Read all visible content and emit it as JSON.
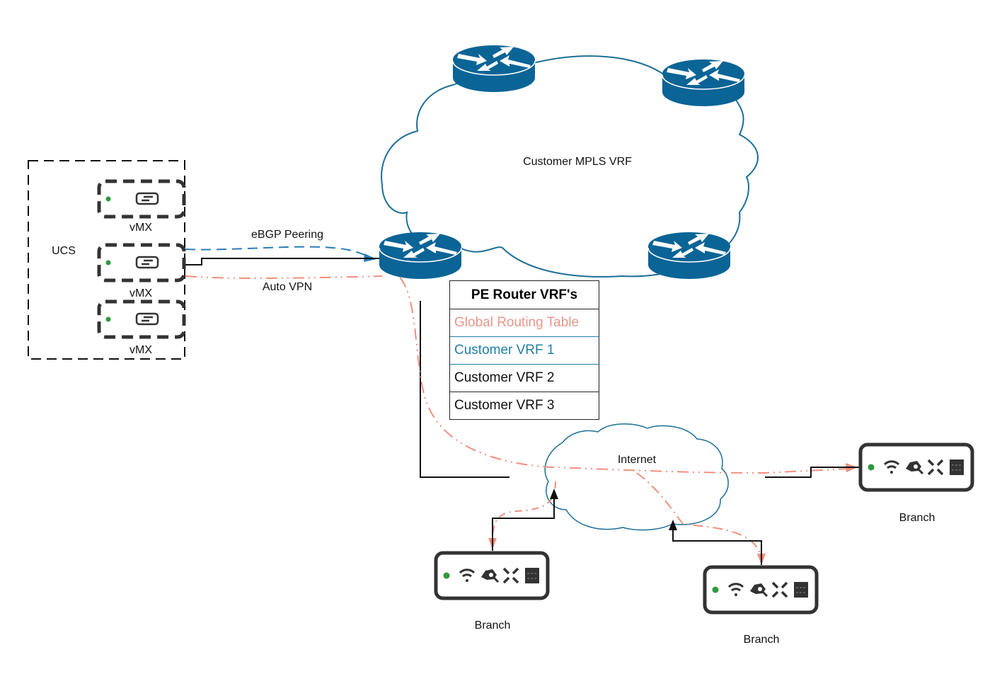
{
  "diagram": {
    "clouds": {
      "mpls": {
        "label": "Customer MPLS VRF"
      },
      "internet": {
        "label": "Internet"
      }
    },
    "ucs": {
      "label": "UCS",
      "vmx_nodes": [
        {
          "label": "vMX"
        },
        {
          "label": "vMX"
        },
        {
          "label": "vMX"
        }
      ]
    },
    "links": {
      "ebgp": {
        "label": "eBGP Peering"
      },
      "autovpn": {
        "label": "Auto VPN"
      }
    },
    "vrf_table": {
      "title": "PE Router VRF's",
      "rows": [
        {
          "label": "Global Routing Table",
          "color": "#e8968a"
        },
        {
          "label": "Customer VRF 1",
          "color": "#1f7fa6"
        },
        {
          "label": "Customer VRF 2",
          "color": "#111111"
        },
        {
          "label": "Customer VRF 3",
          "color": "#111111"
        }
      ]
    },
    "branches": [
      {
        "label": "Branch"
      },
      {
        "label": "Branch"
      },
      {
        "label": "Branch"
      }
    ],
    "colors": {
      "router": "#0a6496",
      "cloud_stroke": "#1d6f96",
      "ebgp": "#2a7db5",
      "autovpn": "#ef8f7d",
      "device_stroke": "#333333",
      "status_led": "#2e9a3e"
    }
  }
}
